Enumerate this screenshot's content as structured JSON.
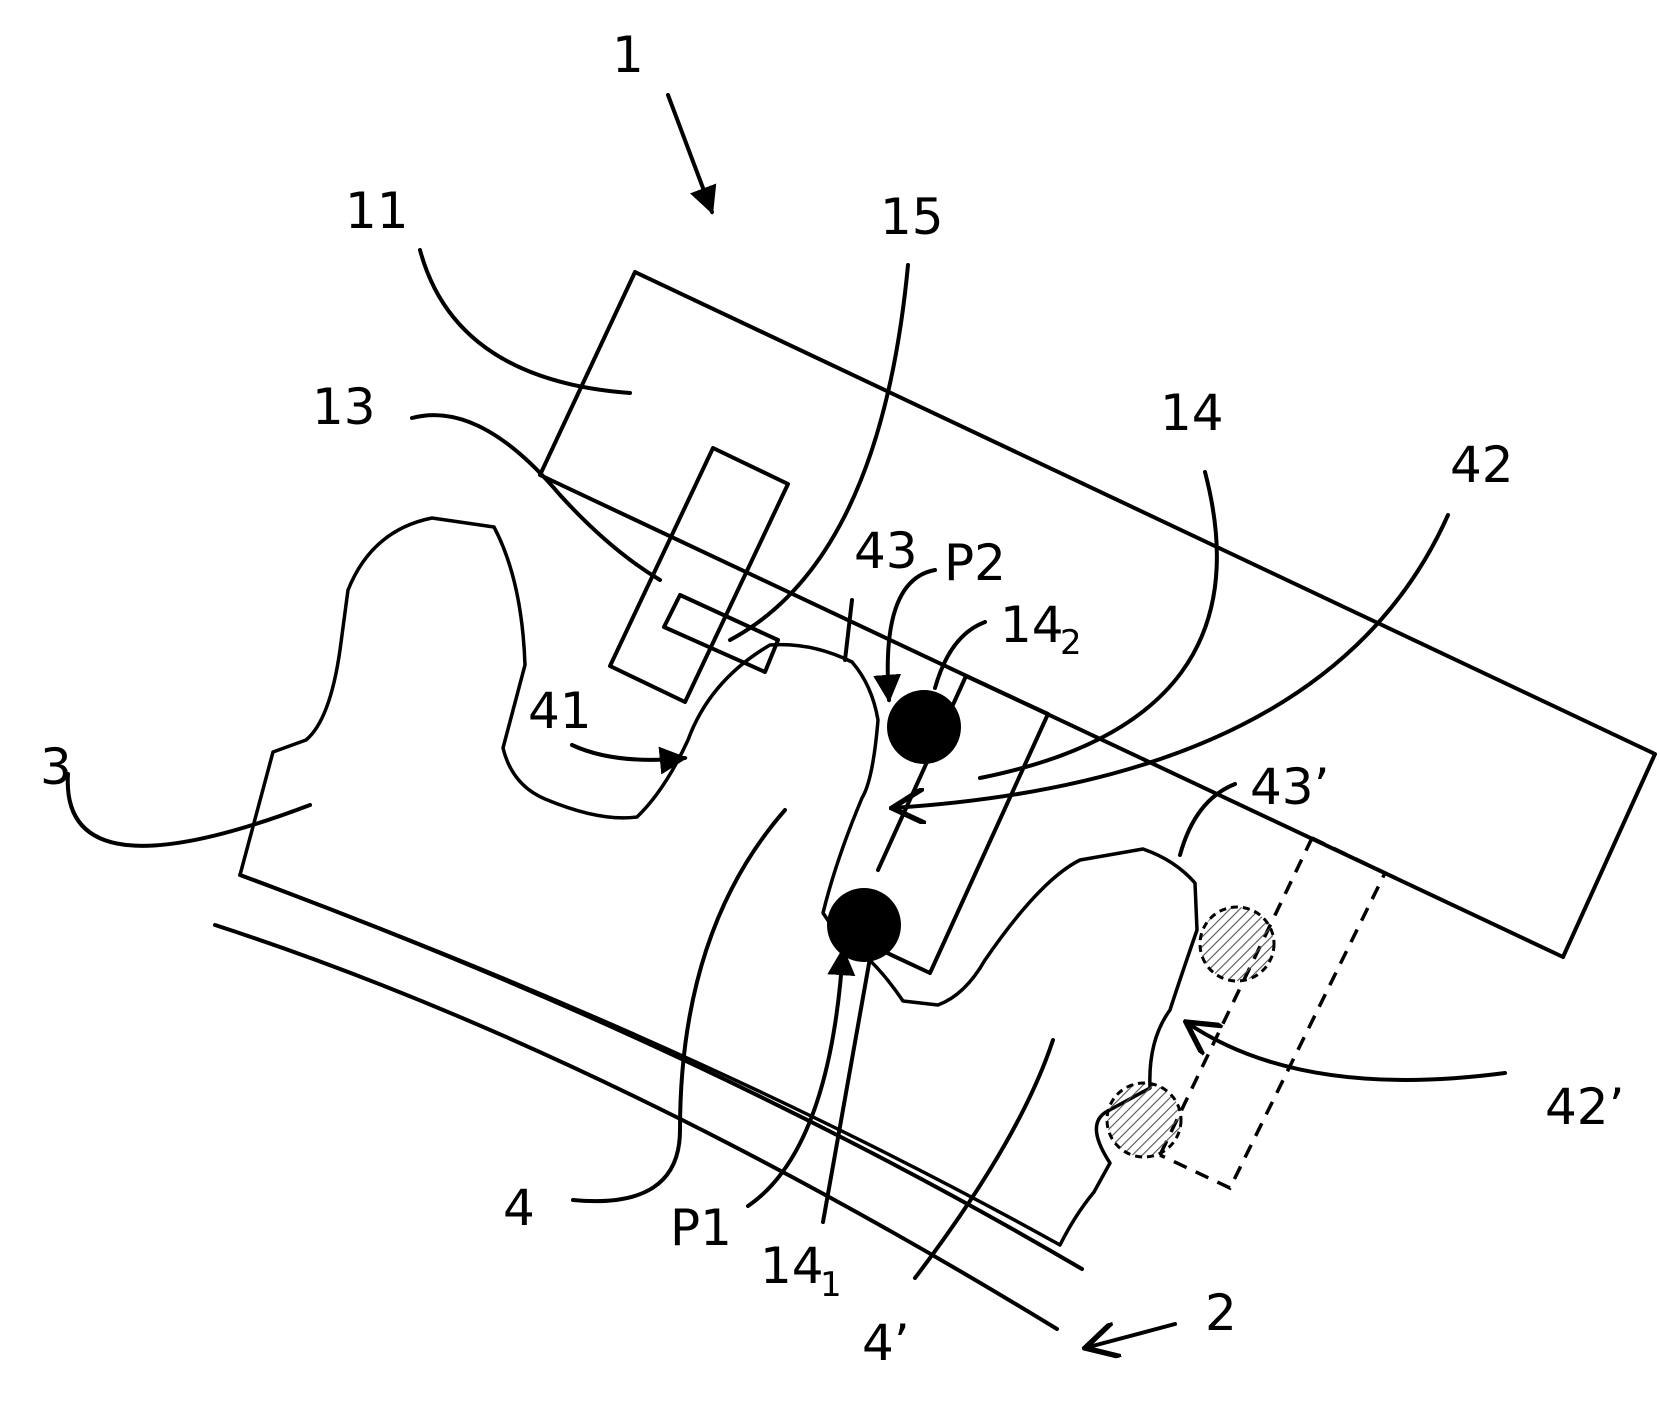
{
  "figure": {
    "labels": {
      "l1": "1",
      "l11": "11",
      "l15": "15",
      "l13": "13",
      "l14": "14",
      "l42": "42",
      "l43": "43",
      "lP2": "P2",
      "l142_main": "14",
      "l142_sub": "2",
      "l41": "41",
      "l3": "3",
      "l43p": "43’",
      "l42p": "42’",
      "l4": "4",
      "lP1": "P1",
      "l141_main": "14",
      "l141_sub": "1",
      "l4p": "4’",
      "l2": "2"
    },
    "colors": {
      "line": "#000000",
      "hatch": "#555555",
      "background": "#ffffff",
      "contact_point": "#000000"
    }
  }
}
